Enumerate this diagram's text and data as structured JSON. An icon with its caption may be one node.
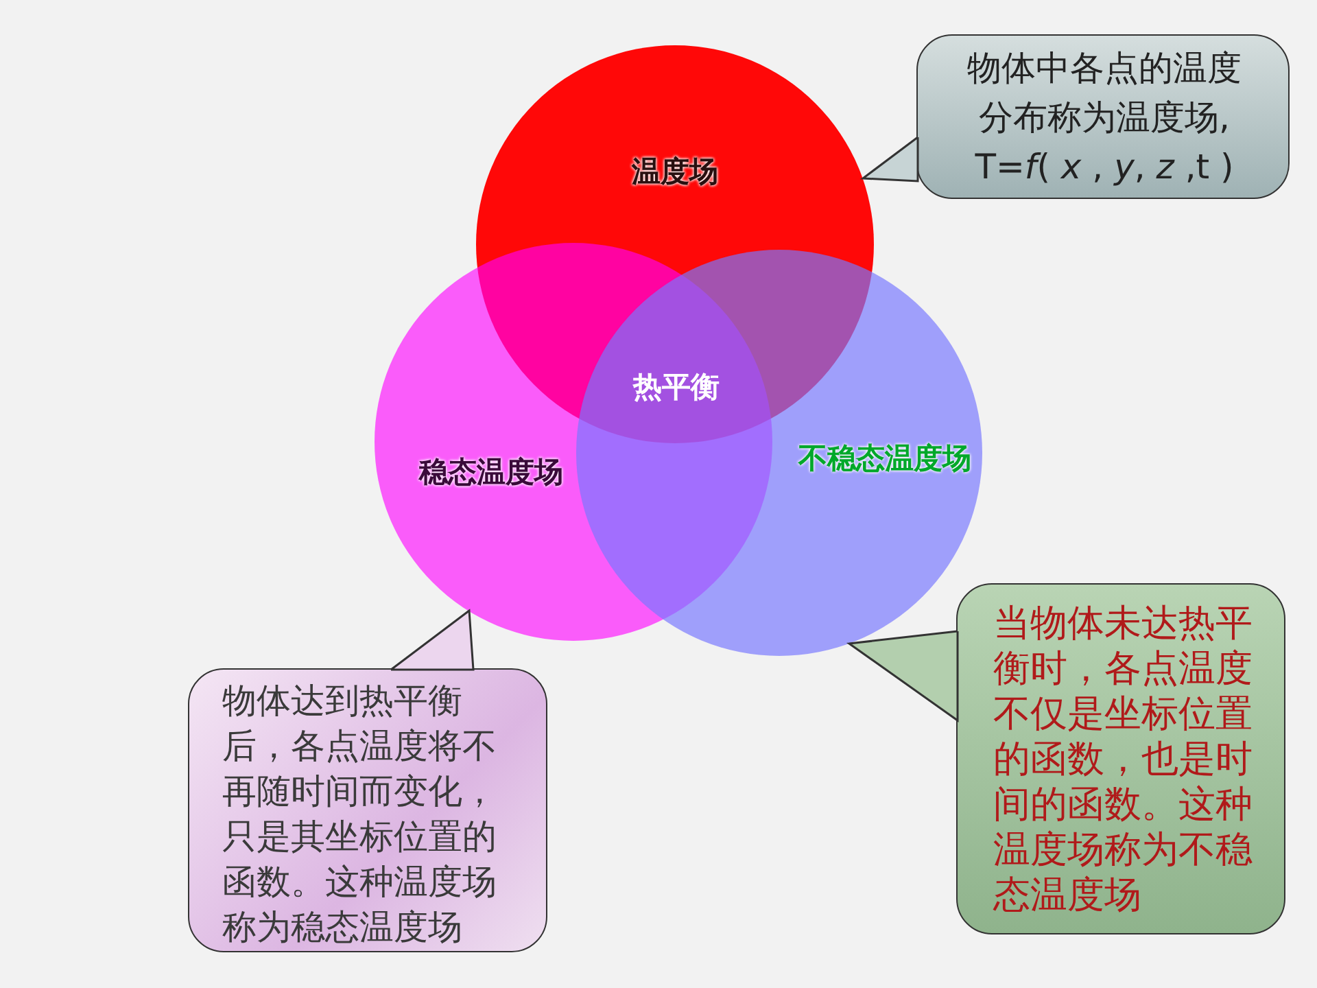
{
  "diagram": {
    "nodes": [
      {
        "text": [
          "温度场"
        ]
      },
      {
        "text": [
          "稳态温度场"
        ]
      },
      {
        "text": [
          "不稳态温度场"
        ]
      },
      {
        "text": [
          "物体中各点的温度分布称为温度场, T=*f*( *x* , *y*, *z* ,t )"
        ]
      },
      {
        "text": [
          "物体达到热平衡后，各点温度将不再随时间而变化，只是其坐标位置的函数。这种温度场称为稳态温度场"
        ]
      },
      {
        "text": [
          "当物体未达热平衡时，各点温度不仅是坐标位置的函数，也是时间的函数。这种温度场称为不稳态温度场"
        ]
      }
    ],
    "edges": [
      {
        "from": 3,
        "to": 0,
        "arrow": "to"
      },
      {
        "from": 4,
        "to": 1,
        "arrow": "to"
      },
      {
        "from": 5,
        "to": 2,
        "arrow": "to"
      }
    ],
    "labels": [
      "热平衡"
    ]
  }
}
